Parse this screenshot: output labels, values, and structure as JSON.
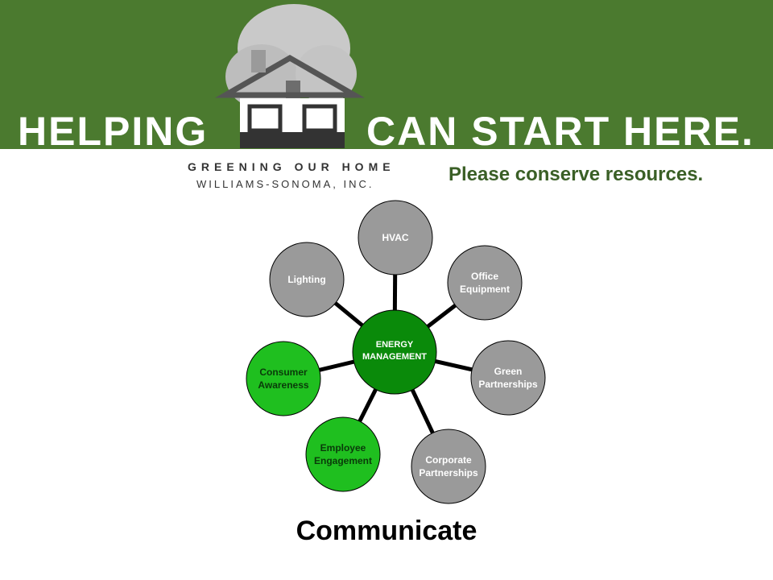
{
  "banner": {
    "headline_left": "HELPING",
    "headline_right": "CAN START HERE.",
    "program_name": "GREENING OUR HOME",
    "company": "WILLIAMS-SONOMA, INC.",
    "tagline": "Please conserve resources.",
    "colors": {
      "green": "#4b7a2f",
      "headline": "#ffffff",
      "tagline": "#3a5f26"
    }
  },
  "diagram": {
    "center": {
      "line1": "ENERGY",
      "line2": "MANAGEMENT",
      "fill": "#0a8a0a"
    },
    "nodes": [
      {
        "id": "hvac",
        "line1": "HVAC",
        "line2": "",
        "fill": "#9a9a9a"
      },
      {
        "id": "office-equipment",
        "line1": "Office",
        "line2": "Equipment",
        "fill": "#9a9a9a"
      },
      {
        "id": "green-partnerships",
        "line1": "Green",
        "line2": "Partnerships",
        "fill": "#9a9a9a"
      },
      {
        "id": "corporate-partnerships",
        "line1": "Corporate",
        "line2": "Partnerships",
        "fill": "#9a9a9a"
      },
      {
        "id": "employee-engagement",
        "line1": "Employee",
        "line2": "Engagement",
        "fill": "#1fbf1f"
      },
      {
        "id": "consumer-awareness",
        "line1": "Consumer",
        "line2": "Awareness",
        "fill": "#1fbf1f"
      },
      {
        "id": "lighting",
        "line1": "Lighting",
        "line2": "",
        "fill": "#9a9a9a"
      }
    ]
  },
  "footer": {
    "title": "Communicate"
  }
}
